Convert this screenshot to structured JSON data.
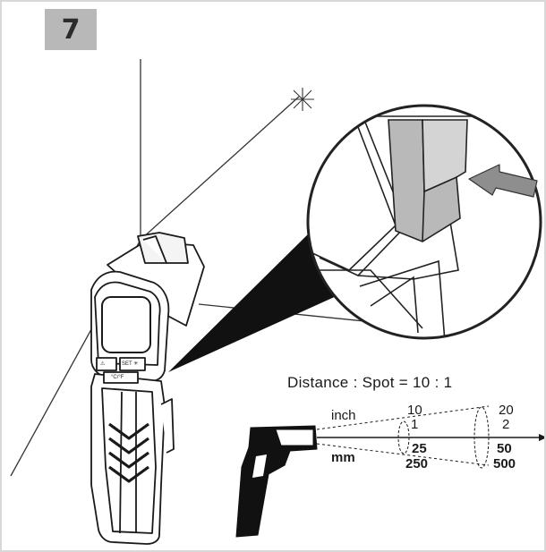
{
  "step": {
    "number": "7"
  },
  "device_buttons": {
    "warning": "⚠",
    "set": "SET ✳",
    "unit": "°C/°F"
  },
  "distance_spot": {
    "title": "Distance : Spot = 10 : 1",
    "inch_label": "inch",
    "mm_label": "mm",
    "inch_distances": [
      "10",
      "20"
    ],
    "inch_spots": [
      "1",
      "2"
    ],
    "mm_spots": [
      "25",
      "50"
    ],
    "mm_distances": [
      "250",
      "500"
    ]
  }
}
